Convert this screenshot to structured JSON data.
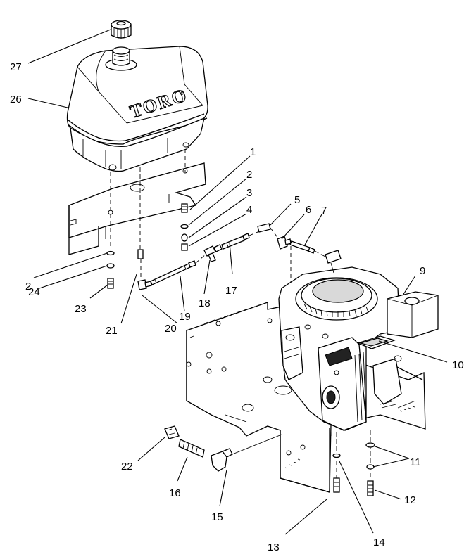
{
  "diagram": {
    "brand_text": "TORO",
    "brand_mark": "®",
    "callouts": [
      {
        "id": "c1",
        "text": "1"
      },
      {
        "id": "c2a",
        "text": "2"
      },
      {
        "id": "c2b",
        "text": "2"
      },
      {
        "id": "c3",
        "text": "3"
      },
      {
        "id": "c4",
        "text": "4"
      },
      {
        "id": "c5",
        "text": "5"
      },
      {
        "id": "c6",
        "text": "6"
      },
      {
        "id": "c7",
        "text": "7"
      },
      {
        "id": "c9",
        "text": "9"
      },
      {
        "id": "c10",
        "text": "10"
      },
      {
        "id": "c11",
        "text": "11"
      },
      {
        "id": "c12",
        "text": "12"
      },
      {
        "id": "c13",
        "text": "13"
      },
      {
        "id": "c14",
        "text": "14"
      },
      {
        "id": "c15",
        "text": "15"
      },
      {
        "id": "c16",
        "text": "16"
      },
      {
        "id": "c17",
        "text": "17"
      },
      {
        "id": "c18",
        "text": "18"
      },
      {
        "id": "c19",
        "text": "19"
      },
      {
        "id": "c20",
        "text": "20"
      },
      {
        "id": "c21",
        "text": "21"
      },
      {
        "id": "c22",
        "text": "22"
      },
      {
        "id": "c23",
        "text": "23"
      },
      {
        "id": "c24",
        "text": "24"
      },
      {
        "id": "c26",
        "text": "26"
      },
      {
        "id": "c27",
        "text": "27"
      }
    ]
  }
}
